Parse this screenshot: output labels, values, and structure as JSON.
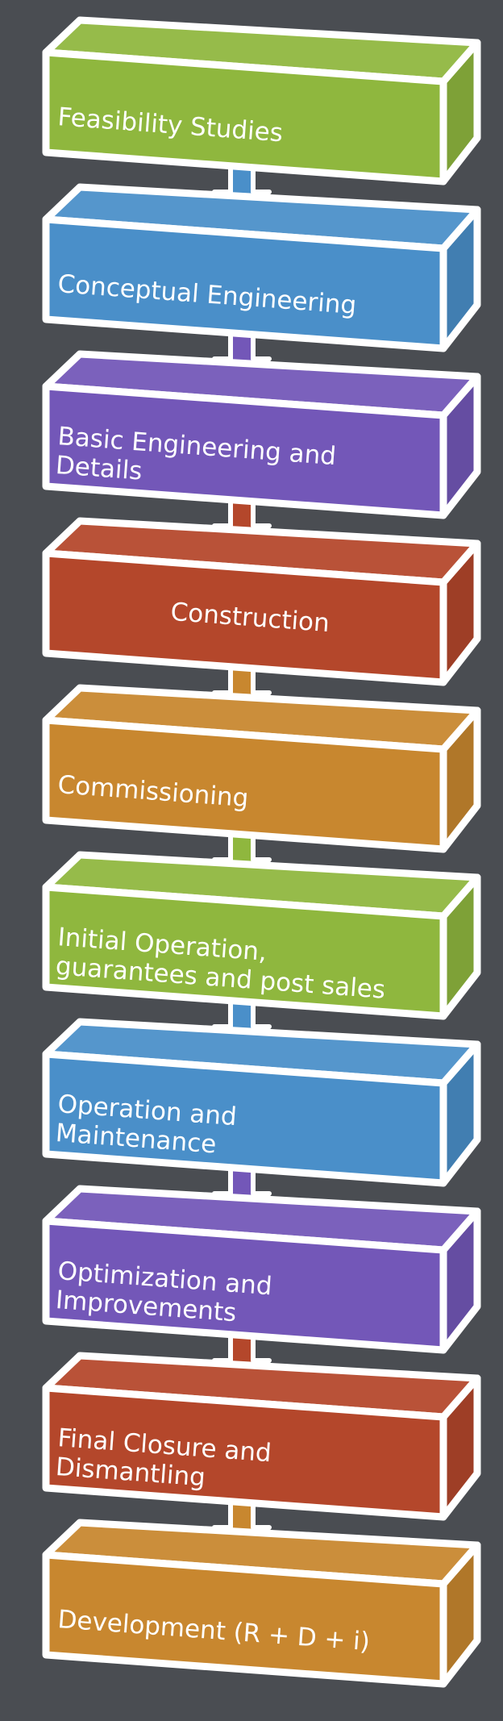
{
  "stages": [
    {
      "lines": [
        "Feasibility Studies"
      ],
      "color": "#8fb73e",
      "align": "left"
    },
    {
      "lines": [
        "Conceptual Engineering"
      ],
      "color": "#4a8fc9",
      "align": "left"
    },
    {
      "lines": [
        "Basic Engineering and",
        "Details"
      ],
      "color": "#7357b8",
      "align": "left"
    },
    {
      "lines": [
        "Construction"
      ],
      "color": "#b4472b",
      "align": "center"
    },
    {
      "lines": [
        "Commissioning"
      ],
      "color": "#c8872f",
      "align": "left"
    },
    {
      "lines": [
        "Initial Operation,",
        "guarantees and post sales"
      ],
      "color": "#8fb73e",
      "align": "left"
    },
    {
      "lines": [
        "Operation and",
        "Maintenance"
      ],
      "color": "#4a8fc9",
      "align": "left"
    },
    {
      "lines": [
        "Optimization and",
        "Improvements"
      ],
      "color": "#7357b8",
      "align": "left"
    },
    {
      "lines": [
        "Final Closure and",
        "Dismantling"
      ],
      "color": "#b4472b",
      "align": "left"
    },
    {
      "lines": [
        "Development (R + D + i)"
      ],
      "color": "#c8872f",
      "align": "left"
    }
  ]
}
